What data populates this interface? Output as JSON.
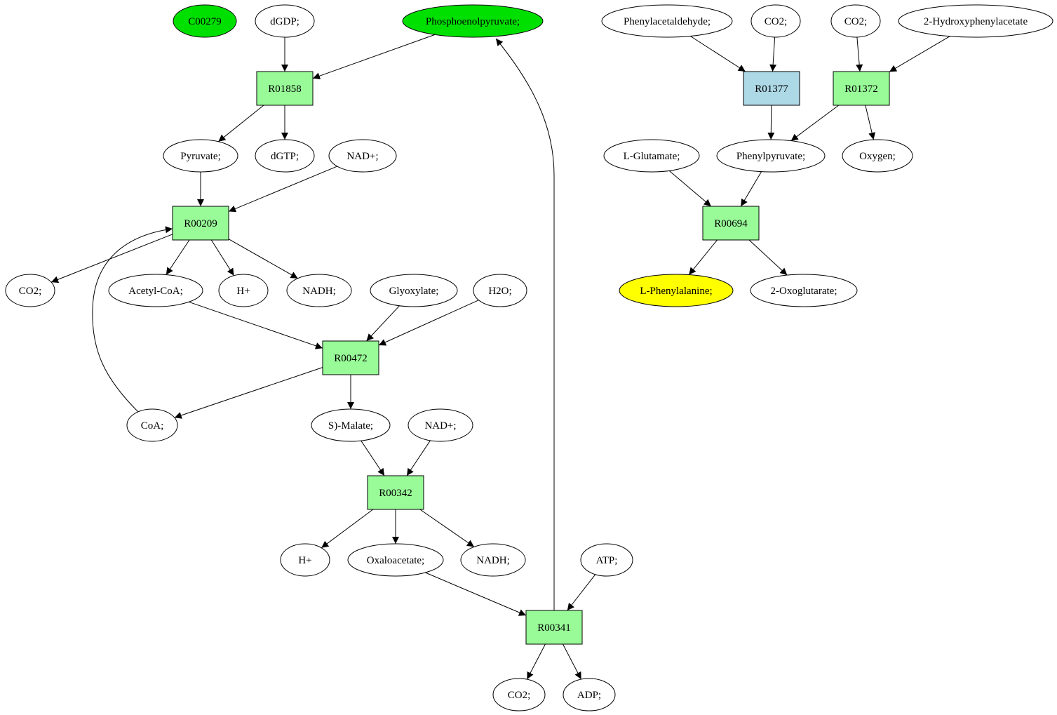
{
  "colors": {
    "reaction": "#98FB98",
    "reaction_highlight": "#ADD8E6",
    "compound": "#FFFFFF",
    "compound_source": "#00E000",
    "compound_target": "#FFFF00",
    "stroke": "#000000"
  },
  "nodes": [
    {
      "id": "c_C00279",
      "label": "C00279",
      "kind": "compound",
      "role": "source"
    },
    {
      "id": "c_dGDP",
      "label": "dGDP;",
      "kind": "compound"
    },
    {
      "id": "c_PEP",
      "label": "Phosphoenolpyruvate;",
      "kind": "compound",
      "role": "source"
    },
    {
      "id": "c_Phenylacetaldehyde",
      "label": "Phenylacetaldehyde;",
      "kind": "compound"
    },
    {
      "id": "c_CO2_a",
      "label": "CO2;",
      "kind": "compound"
    },
    {
      "id": "c_CO2_b",
      "label": "CO2;",
      "kind": "compound"
    },
    {
      "id": "c_2HPA",
      "label": "2-Hydroxyphenylacetate",
      "kind": "compound"
    },
    {
      "id": "r_R01858",
      "label": "R01858",
      "kind": "reaction"
    },
    {
      "id": "r_R01377",
      "label": "R01377",
      "kind": "reaction",
      "role": "highlight"
    },
    {
      "id": "r_R01372",
      "label": "R01372",
      "kind": "reaction"
    },
    {
      "id": "c_Pyruvate",
      "label": "Pyruvate;",
      "kind": "compound"
    },
    {
      "id": "c_dGTP",
      "label": "dGTP;",
      "kind": "compound"
    },
    {
      "id": "c_NADp_a",
      "label": "NAD+;",
      "kind": "compound"
    },
    {
      "id": "c_LGlu",
      "label": "L-Glutamate;",
      "kind": "compound"
    },
    {
      "id": "c_Phenylpyruvate",
      "label": "Phenylpyruvate;",
      "kind": "compound"
    },
    {
      "id": "c_Oxygen",
      "label": "Oxygen;",
      "kind": "compound"
    },
    {
      "id": "r_R00209",
      "label": "R00209",
      "kind": "reaction"
    },
    {
      "id": "r_R00694",
      "label": "R00694",
      "kind": "reaction"
    },
    {
      "id": "c_CO2_c",
      "label": "CO2;",
      "kind": "compound"
    },
    {
      "id": "c_AcCoA",
      "label": "Acetyl-CoA;",
      "kind": "compound"
    },
    {
      "id": "c_Hp_a",
      "label": "H+",
      "kind": "compound"
    },
    {
      "id": "c_NADH_a",
      "label": "NADH;",
      "kind": "compound"
    },
    {
      "id": "c_Glyoxylate",
      "label": "Glyoxylate;",
      "kind": "compound"
    },
    {
      "id": "c_H2O",
      "label": "H2O;",
      "kind": "compound"
    },
    {
      "id": "c_LPhe",
      "label": "L-Phenylalanine;",
      "kind": "compound",
      "role": "target"
    },
    {
      "id": "c_2OG",
      "label": "2-Oxoglutarate;",
      "kind": "compound"
    },
    {
      "id": "r_R00472",
      "label": "R00472",
      "kind": "reaction"
    },
    {
      "id": "c_CoA",
      "label": "CoA;",
      "kind": "compound"
    },
    {
      "id": "c_Malate",
      "label": "S)-Malate;",
      "kind": "compound"
    },
    {
      "id": "c_NADp_b",
      "label": "NAD+;",
      "kind": "compound"
    },
    {
      "id": "r_R00342",
      "label": "R00342",
      "kind": "reaction"
    },
    {
      "id": "c_Hp_b",
      "label": "H+",
      "kind": "compound"
    },
    {
      "id": "c_OAA",
      "label": "Oxaloacetate;",
      "kind": "compound"
    },
    {
      "id": "c_NADH_b",
      "label": "NADH;",
      "kind": "compound"
    },
    {
      "id": "c_ATP",
      "label": "ATP;",
      "kind": "compound"
    },
    {
      "id": "r_R00341",
      "label": "R00341",
      "kind": "reaction"
    },
    {
      "id": "c_CO2_d",
      "label": "CO2;",
      "kind": "compound"
    },
    {
      "id": "c_ADP",
      "label": "ADP;",
      "kind": "compound"
    }
  ],
  "edges": [
    {
      "from": "c_dGDP",
      "to": "r_R01858"
    },
    {
      "from": "c_PEP",
      "to": "r_R01858"
    },
    {
      "from": "r_R01858",
      "to": "c_Pyruvate"
    },
    {
      "from": "r_R01858",
      "to": "c_dGTP"
    },
    {
      "from": "c_Pyruvate",
      "to": "r_R00209"
    },
    {
      "from": "c_NADp_a",
      "to": "r_R00209"
    },
    {
      "from": "c_CoA",
      "to": "r_R00209"
    },
    {
      "from": "r_R00209",
      "to": "c_CO2_c"
    },
    {
      "from": "r_R00209",
      "to": "c_AcCoA"
    },
    {
      "from": "r_R00209",
      "to": "c_Hp_a"
    },
    {
      "from": "r_R00209",
      "to": "c_NADH_a"
    },
    {
      "from": "c_AcCoA",
      "to": "r_R00472"
    },
    {
      "from": "c_Glyoxylate",
      "to": "r_R00472"
    },
    {
      "from": "c_H2O",
      "to": "r_R00472"
    },
    {
      "from": "r_R00472",
      "to": "c_CoA"
    },
    {
      "from": "r_R00472",
      "to": "c_Malate"
    },
    {
      "from": "c_Malate",
      "to": "r_R00342"
    },
    {
      "from": "c_NADp_b",
      "to": "r_R00342"
    },
    {
      "from": "r_R00342",
      "to": "c_Hp_b"
    },
    {
      "from": "r_R00342",
      "to": "c_OAA"
    },
    {
      "from": "r_R00342",
      "to": "c_NADH_b"
    },
    {
      "from": "c_OAA",
      "to": "r_R00341"
    },
    {
      "from": "c_ATP",
      "to": "r_R00341"
    },
    {
      "from": "r_R00341",
      "to": "c_PEP"
    },
    {
      "from": "r_R00341",
      "to": "c_CO2_d"
    },
    {
      "from": "r_R00341",
      "to": "c_ADP"
    },
    {
      "from": "c_Phenylacetaldehyde",
      "to": "r_R01377"
    },
    {
      "from": "c_CO2_a",
      "to": "r_R01377"
    },
    {
      "from": "c_CO2_b",
      "to": "r_R01372"
    },
    {
      "from": "c_2HPA",
      "to": "r_R01372"
    },
    {
      "from": "r_R01377",
      "to": "c_Phenylpyruvate"
    },
    {
      "from": "r_R01372",
      "to": "c_Phenylpyruvate"
    },
    {
      "from": "r_R01372",
      "to": "c_Oxygen"
    },
    {
      "from": "c_LGlu",
      "to": "r_R00694"
    },
    {
      "from": "c_Phenylpyruvate",
      "to": "r_R00694"
    },
    {
      "from": "r_R00694",
      "to": "c_LPhe"
    },
    {
      "from": "r_R00694",
      "to": "c_2OG"
    }
  ]
}
